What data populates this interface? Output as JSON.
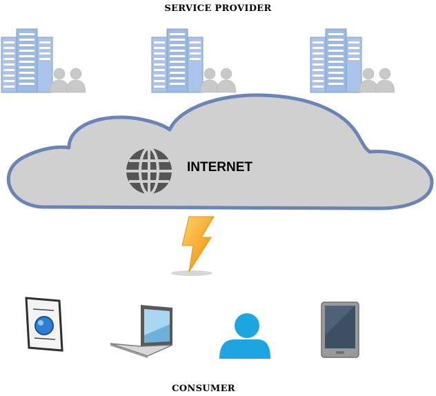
{
  "diagram": {
    "provider_title": "SERVICE PROVIDER",
    "consumer_title": "CONSUMER",
    "internet_label": "INTERNET",
    "providers": [
      {
        "icon": "server-building-with-users-icon"
      },
      {
        "icon": "server-building-with-users-icon"
      },
      {
        "icon": "server-building-with-users-icon"
      }
    ],
    "connection_icon": "lightning-bolt-icon",
    "consumers": [
      {
        "icon": "web-document-icon"
      },
      {
        "icon": "laptop-icon"
      },
      {
        "icon": "user-icon"
      },
      {
        "icon": "tablet-icon"
      }
    ],
    "colors": {
      "cloud_fill": "#d0d0d0",
      "cloud_stroke": "#6b84b8",
      "building": "#9cbbe3",
      "person": "#c9c9c9",
      "user": "#1ca5e0",
      "bolt": "#f7a81b"
    }
  }
}
